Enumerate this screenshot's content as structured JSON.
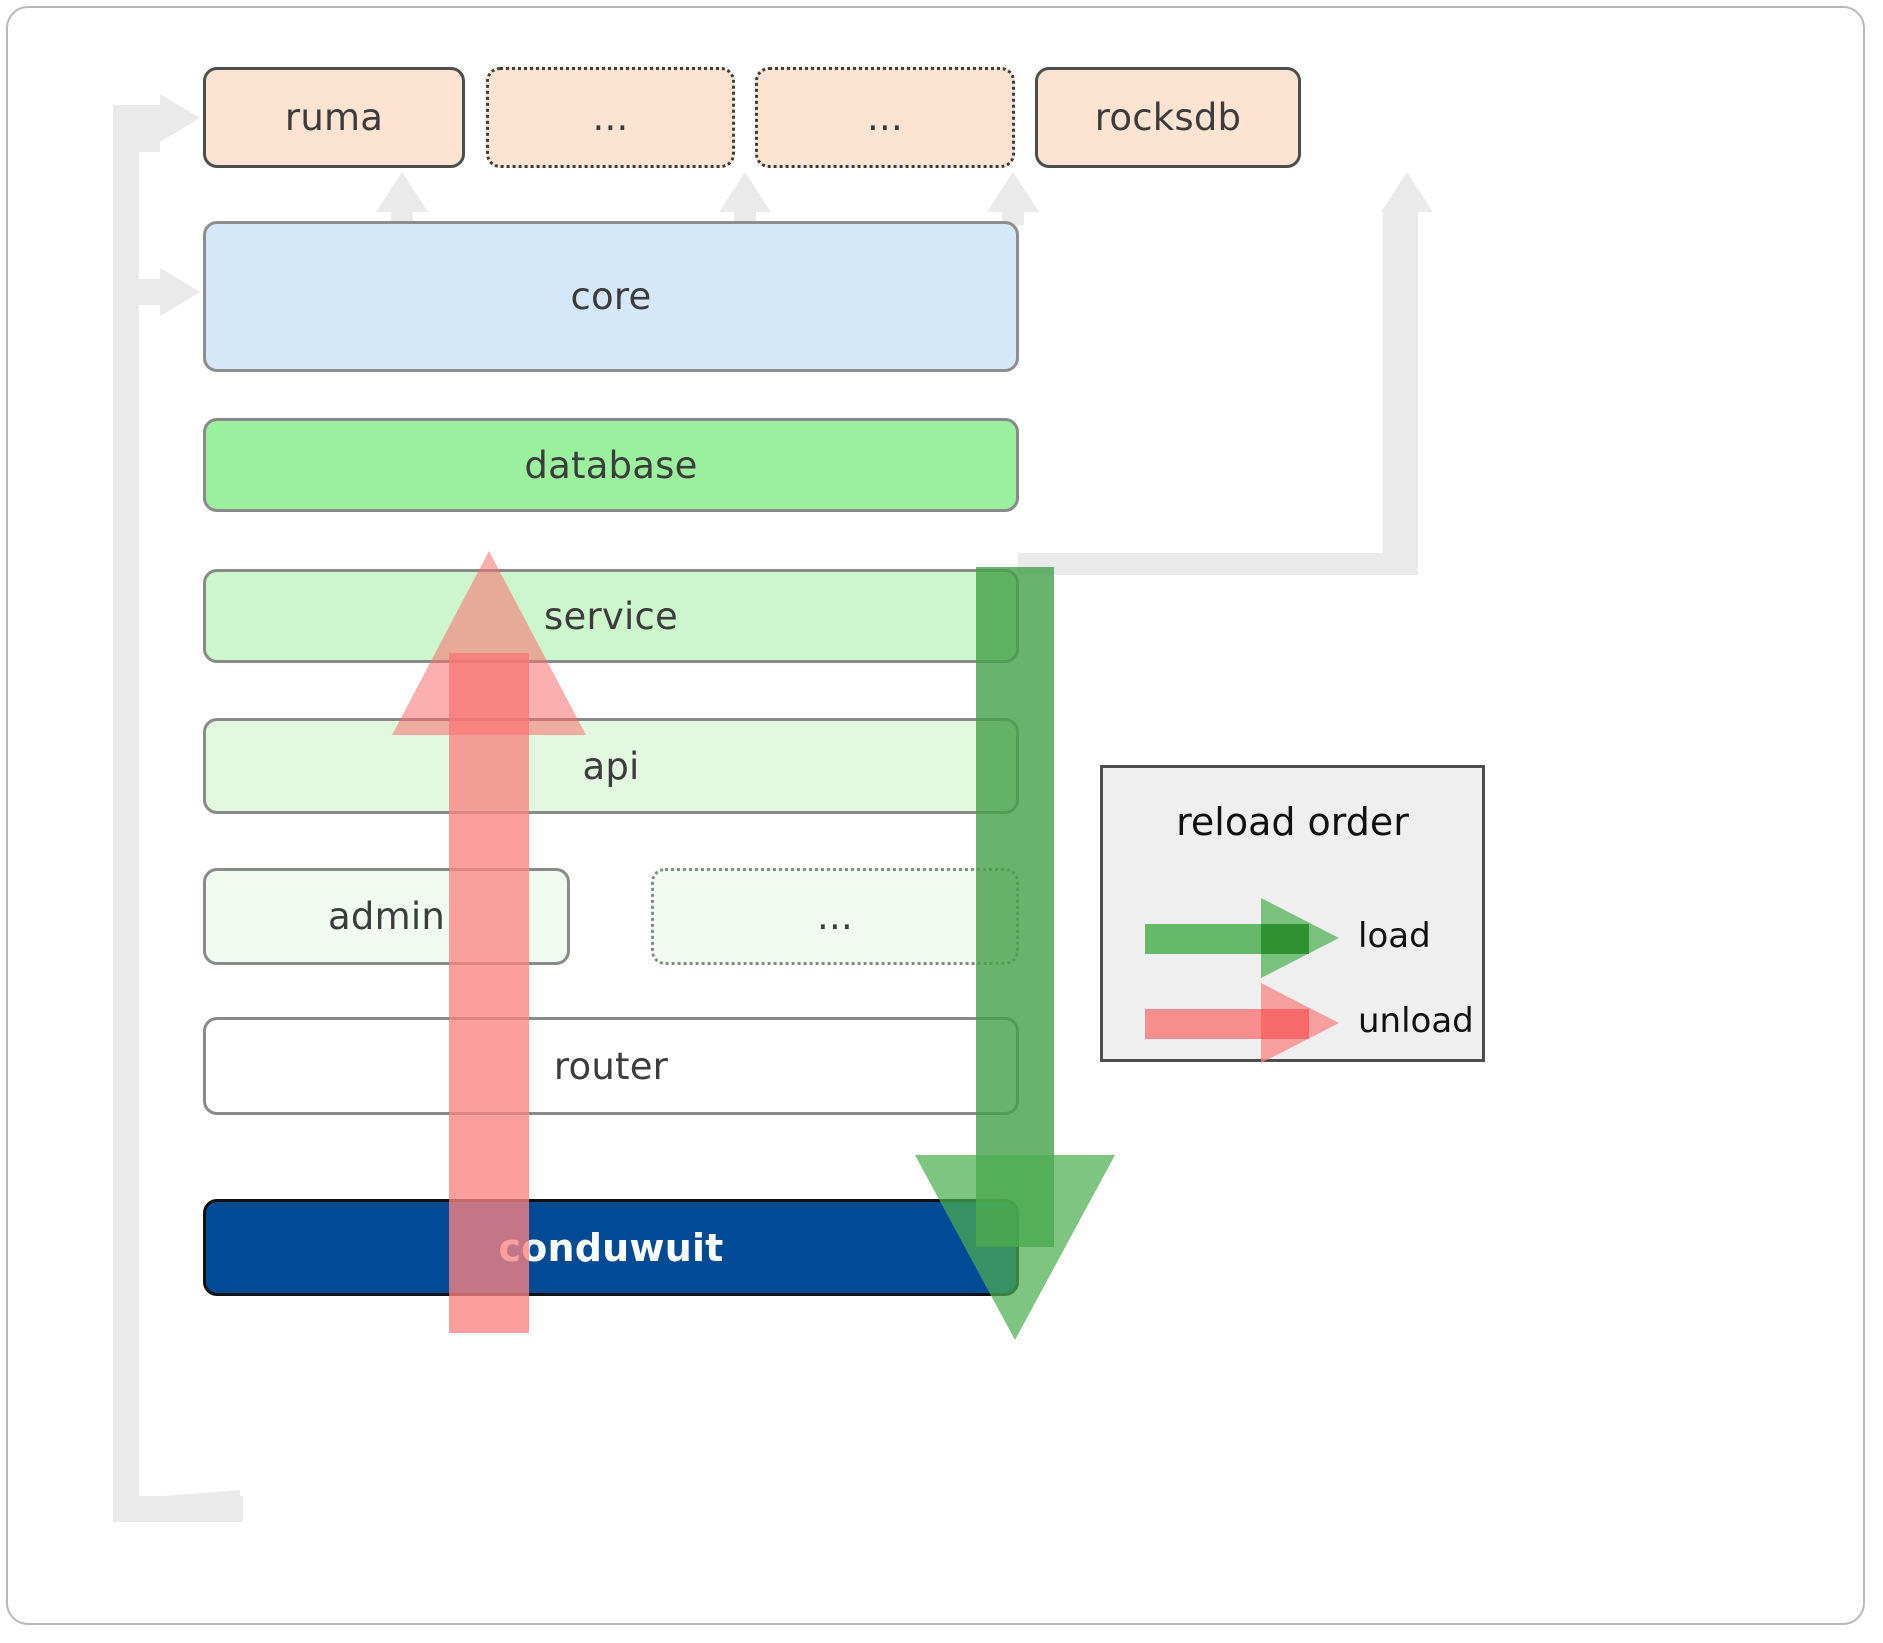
{
  "diagram": {
    "title": "conduwuit crate dependency / reload order diagram",
    "dependencies": [
      {
        "label": "ruma",
        "style": "solid"
      },
      {
        "label": "...",
        "style": "dotted"
      },
      {
        "label": "...",
        "style": "dotted"
      },
      {
        "label": "rocksdb",
        "style": "solid"
      }
    ],
    "layers": [
      {
        "label": "core",
        "color": "#d5e8fa"
      },
      {
        "label": "database",
        "color": "#9bf09e"
      },
      {
        "label": "service",
        "color": "#cdf6cc"
      },
      {
        "label": "api",
        "color": "#e2f9e0"
      },
      {
        "label": "admin",
        "color": "#effcef"
      },
      {
        "label": "...",
        "color": "#f1fcf0"
      },
      {
        "label": "router",
        "color": "#ffffff"
      }
    ],
    "binary": {
      "label": "conduwuit",
      "color": "#004b93"
    }
  },
  "legend": {
    "title": "reload order",
    "items": [
      {
        "label": "load",
        "color": "#4caf50"
      },
      {
        "label": "unload",
        "color": "#fa8383"
      }
    ]
  },
  "colors": {
    "dependency_fill": "#fde3d1",
    "core_fill": "#d5e8fa",
    "database_fill": "#9bf09e",
    "binary_fill": "#004b93",
    "connector": "#eaeaea",
    "load_arrow": "#4caf50",
    "unload_arrow": "#fa8383",
    "legend_bg": "#efefef"
  }
}
